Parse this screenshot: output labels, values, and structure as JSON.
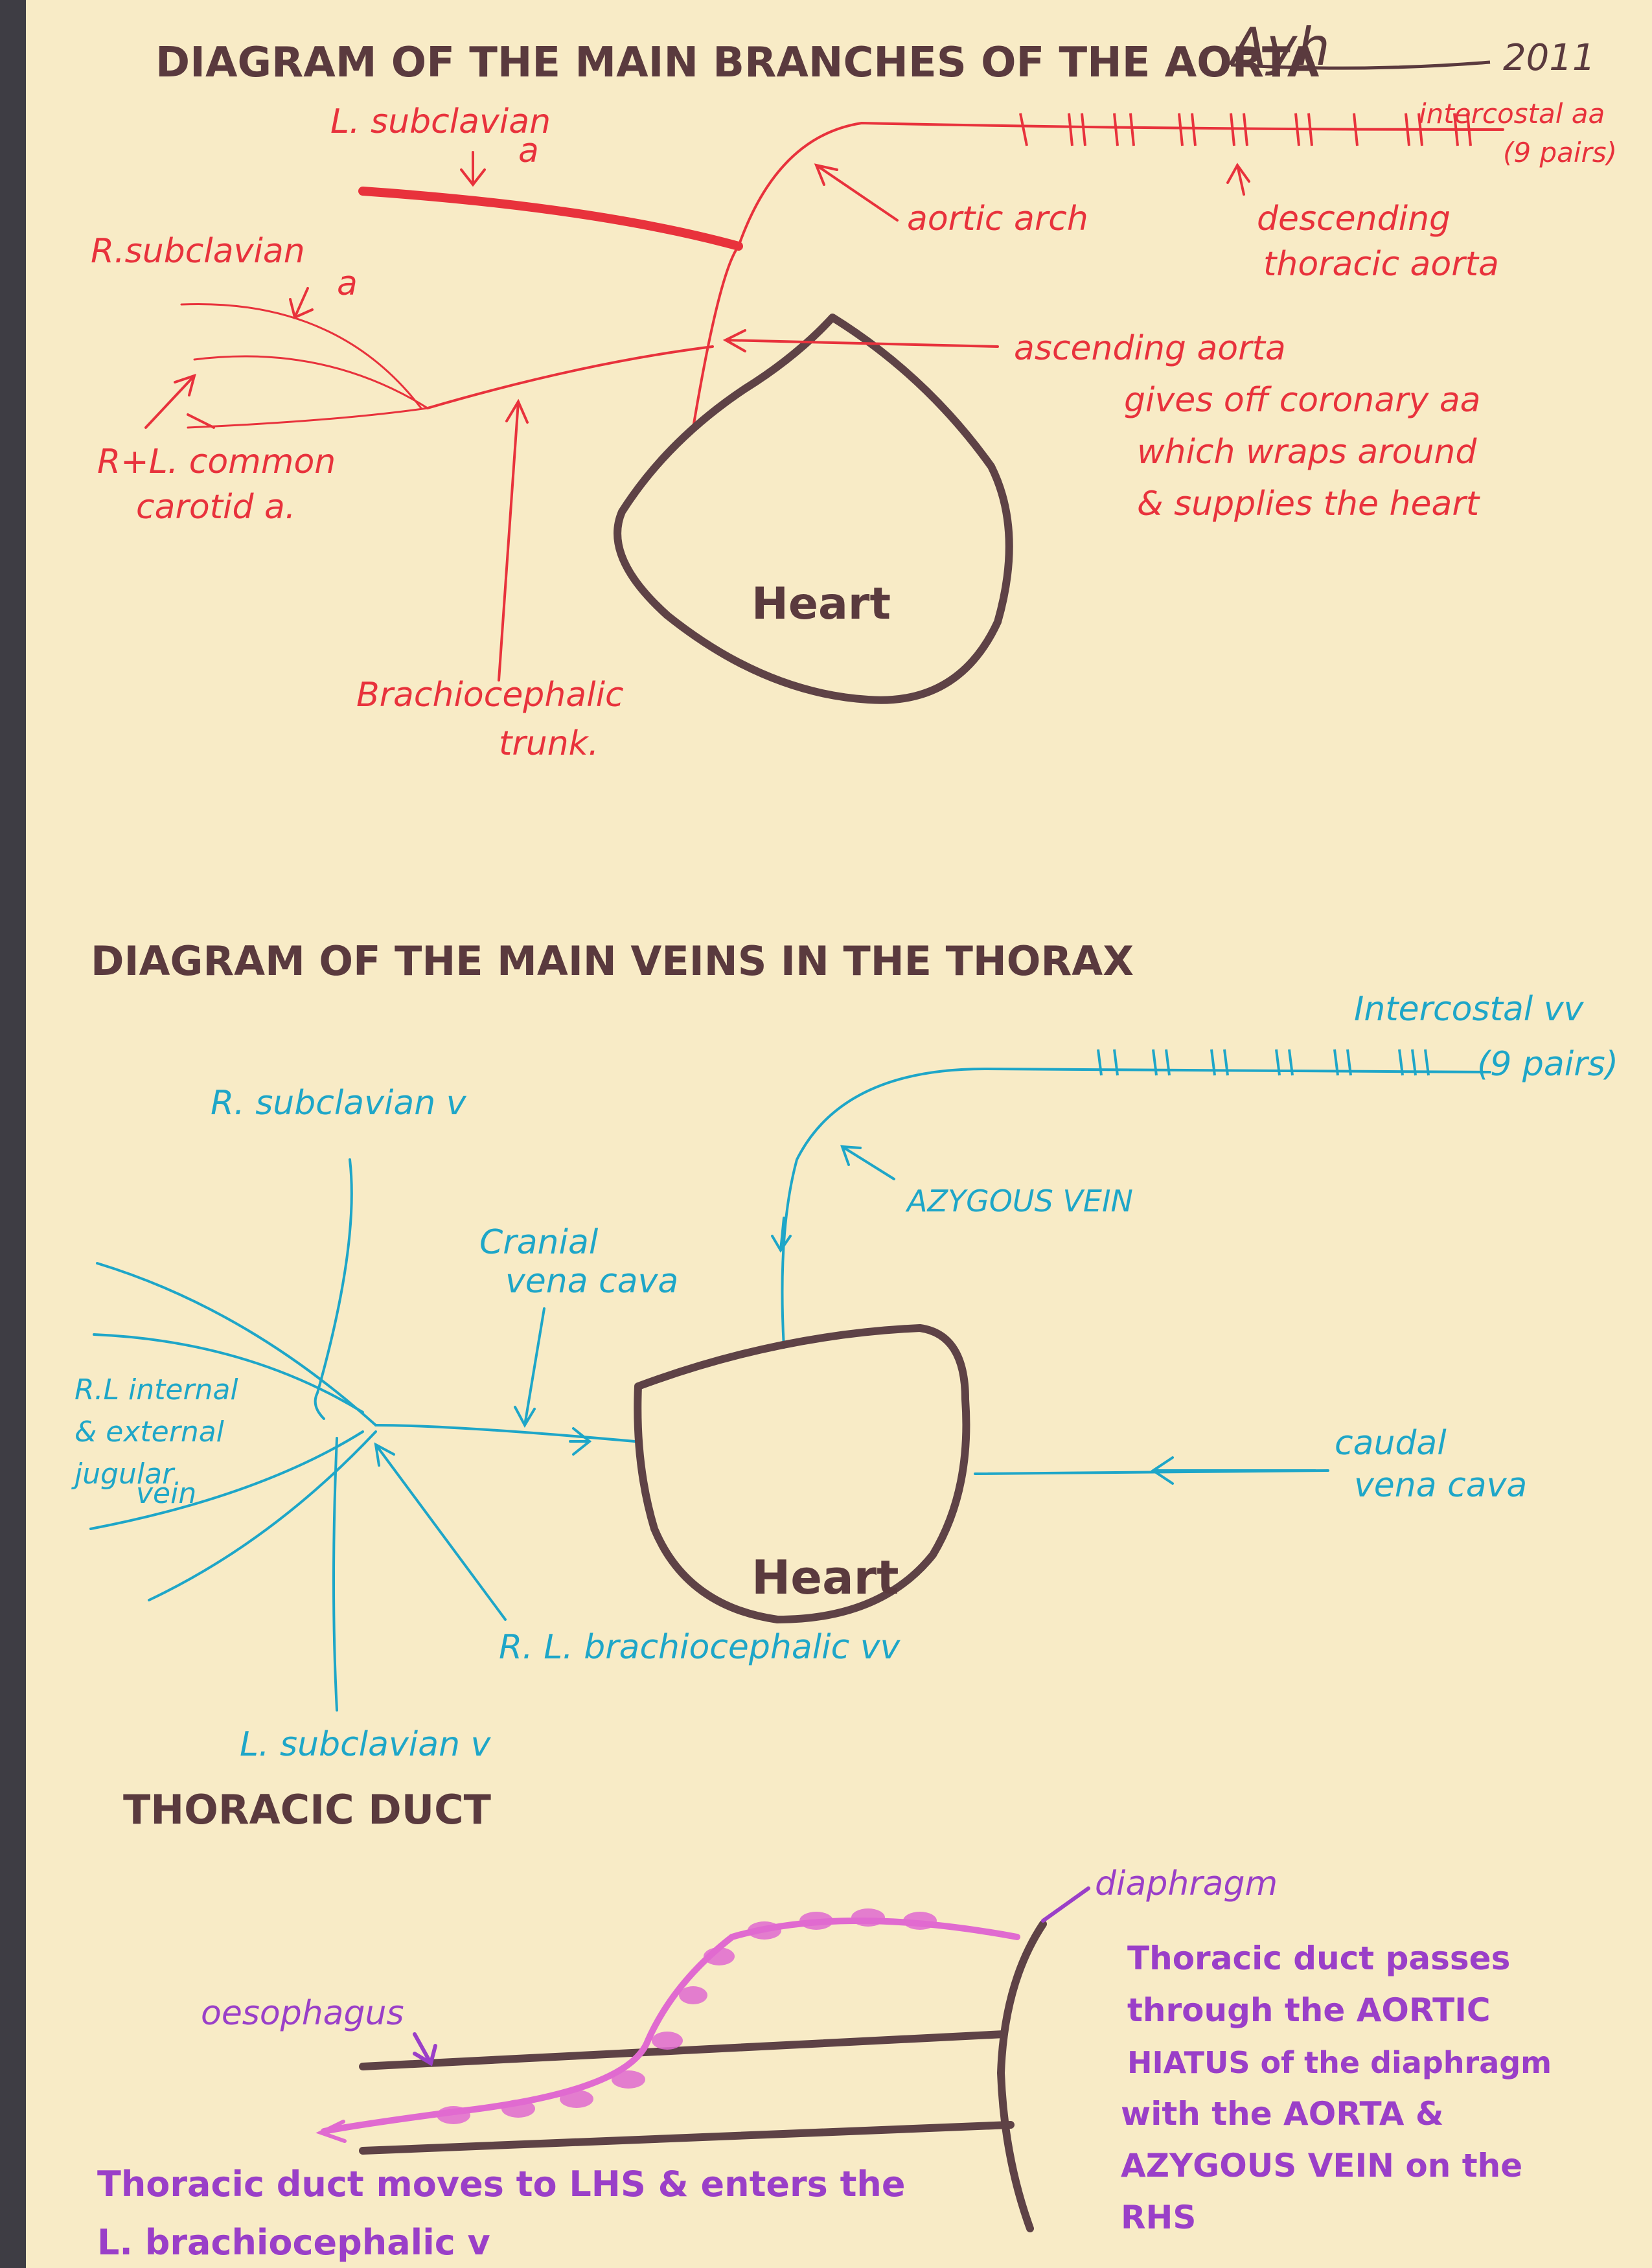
{
  "colors": {
    "paper": "#f8ebc6",
    "border": "#4a4950",
    "artery": "#e8323c",
    "vein": "#1ea6c8",
    "heart": "#5e4246",
    "duct": "#e06ad0",
    "label_purple": "#9a3fc8",
    "title": "#5a3a3e"
  },
  "header": {
    "title": "DIAGRAM OF THE MAIN BRANCHES OF THE AORTA",
    "signature": "Ayh",
    "year": "2011"
  },
  "aorta_diagram": {
    "heart_label": "Heart",
    "l_subclavian": [
      "L. subclavian",
      "a"
    ],
    "r_subclavian": [
      "R.subclavian",
      "a"
    ],
    "common_carotid": [
      "R+L. common",
      "carotid a."
    ],
    "brachiocephalic": [
      "Brachiocephalic",
      "trunk."
    ],
    "aortic_arch": "aortic arch",
    "descending": [
      "descending",
      "thoracic aorta"
    ],
    "intercostal": [
      "intercostal aa",
      "(9 pairs)"
    ],
    "ascending": [
      "ascending aorta",
      "gives off coronary aa",
      "which wraps around",
      "& supplies the heart"
    ]
  },
  "veins_diagram": {
    "title": "DIAGRAM OF THE MAIN VEINS IN THE THORAX",
    "heart_label": "Heart",
    "intercostal": [
      "Intercostal vv",
      "(9 pairs)"
    ],
    "r_subclavian": "R. subclavian v",
    "azygous": "AZYGOUS VEIN",
    "cranial_vena_cava": [
      "Cranial",
      "vena cava"
    ],
    "jugular": [
      "R.L internal",
      "& external",
      "jugular",
      "vein"
    ],
    "caudal_vena_cava": [
      "caudal",
      "vena cava"
    ],
    "brachiocephalic": "R. L. brachiocephalic vv",
    "l_subclavian": "L. subclavian v"
  },
  "thoracic_duct": {
    "title": "THORACIC DUCT",
    "diaphragm": "diaphragm",
    "oesophagus": "oesophagus",
    "note_right": [
      "Thoracic duct passes",
      "through the AORTIC",
      "HIATUS of the diaphragm",
      "with the AORTA &",
      "AZYGOUS VEIN on the",
      "RHS"
    ],
    "note_bottom": [
      "Thoracic duct moves to LHS & enters the",
      "L. brachiocephalic v"
    ]
  }
}
